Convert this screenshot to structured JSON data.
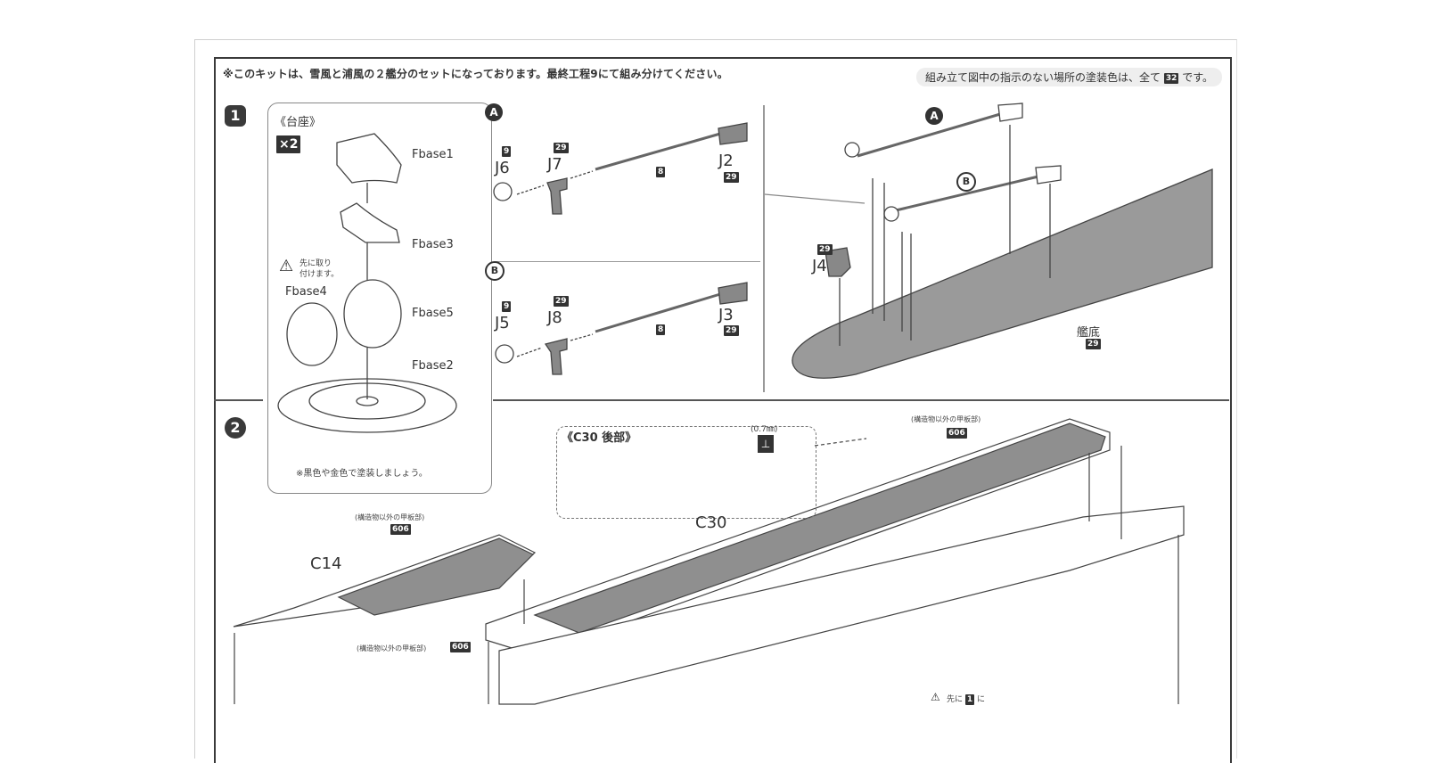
{
  "header": {
    "kit_note": "※このキットは、雪風と浦風の２艦分のセットになっております。最終工程9にて組み分けてください。",
    "paint_note_prefix": "組み立て図中の指示のない場所の塗装色は、全て",
    "paint_note_code": "32",
    "paint_note_suffix": "です。"
  },
  "step1": {
    "number": "1",
    "stand": {
      "title": "《台座》",
      "quantity": "×2",
      "parts": [
        "Fbase1",
        "Fbase3",
        "Fbase4",
        "Fbase5",
        "Fbase2"
      ],
      "caution_text_line1": "先に取り",
      "caution_text_line2": "付けます。",
      "footnote": "※黒色や金色で塗装しましょう。"
    },
    "assembly_a": {
      "marker": "A",
      "parts": [
        {
          "id": "J6",
          "color_code": "9"
        },
        {
          "id": "J7",
          "color_code": "29"
        },
        {
          "id": "J2",
          "color_code": "29"
        }
      ],
      "rod_color_code": "8"
    },
    "assembly_b": {
      "marker": "B",
      "parts": [
        {
          "id": "J5",
          "color_code": "9"
        },
        {
          "id": "J8",
          "color_code": "29"
        },
        {
          "id": "J3",
          "color_code": "29"
        }
      ],
      "rod_color_code": "8"
    },
    "hull_view": {
      "marker_a": "A",
      "marker_b": "B",
      "j4_label": "J4",
      "j4_color_code": "29",
      "hull_label": "艦底",
      "hull_color_code": "29"
    }
  },
  "step2": {
    "number": "2",
    "detail_title": "《C30 後部》",
    "drill_size": "(0.7㎜)",
    "c30_label": "C30",
    "c14_label": "C14",
    "deck_note": "(構造物以外の甲板部)",
    "deck_color_code": "606",
    "bottom_note_prefix": "先に",
    "bottom_note_step": "1",
    "bottom_note_suffix": "に"
  }
}
